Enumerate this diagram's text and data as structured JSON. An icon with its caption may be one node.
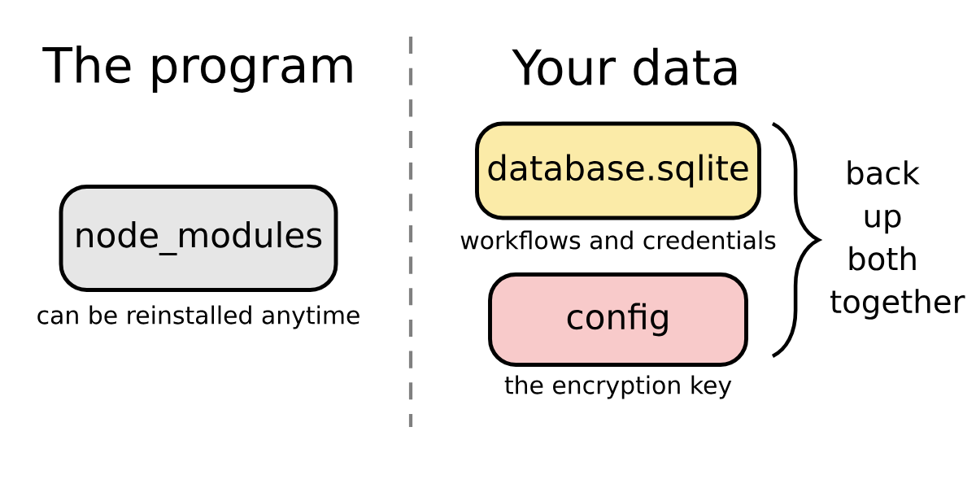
{
  "diagram": {
    "nodes": [
      {
        "text": [
          "node_modules"
        ],
        "beside": [
          "can be reinstalled anytime"
        ]
      },
      {
        "text": [
          "database.sqlite"
        ],
        "beside": [
          "workflows and credentials"
        ]
      },
      {
        "text": [
          "config"
        ],
        "beside": [
          "the encryption key"
        ]
      }
    ],
    "labels": [
      "The program",
      "Your data",
      "back up both together"
    ]
  }
}
